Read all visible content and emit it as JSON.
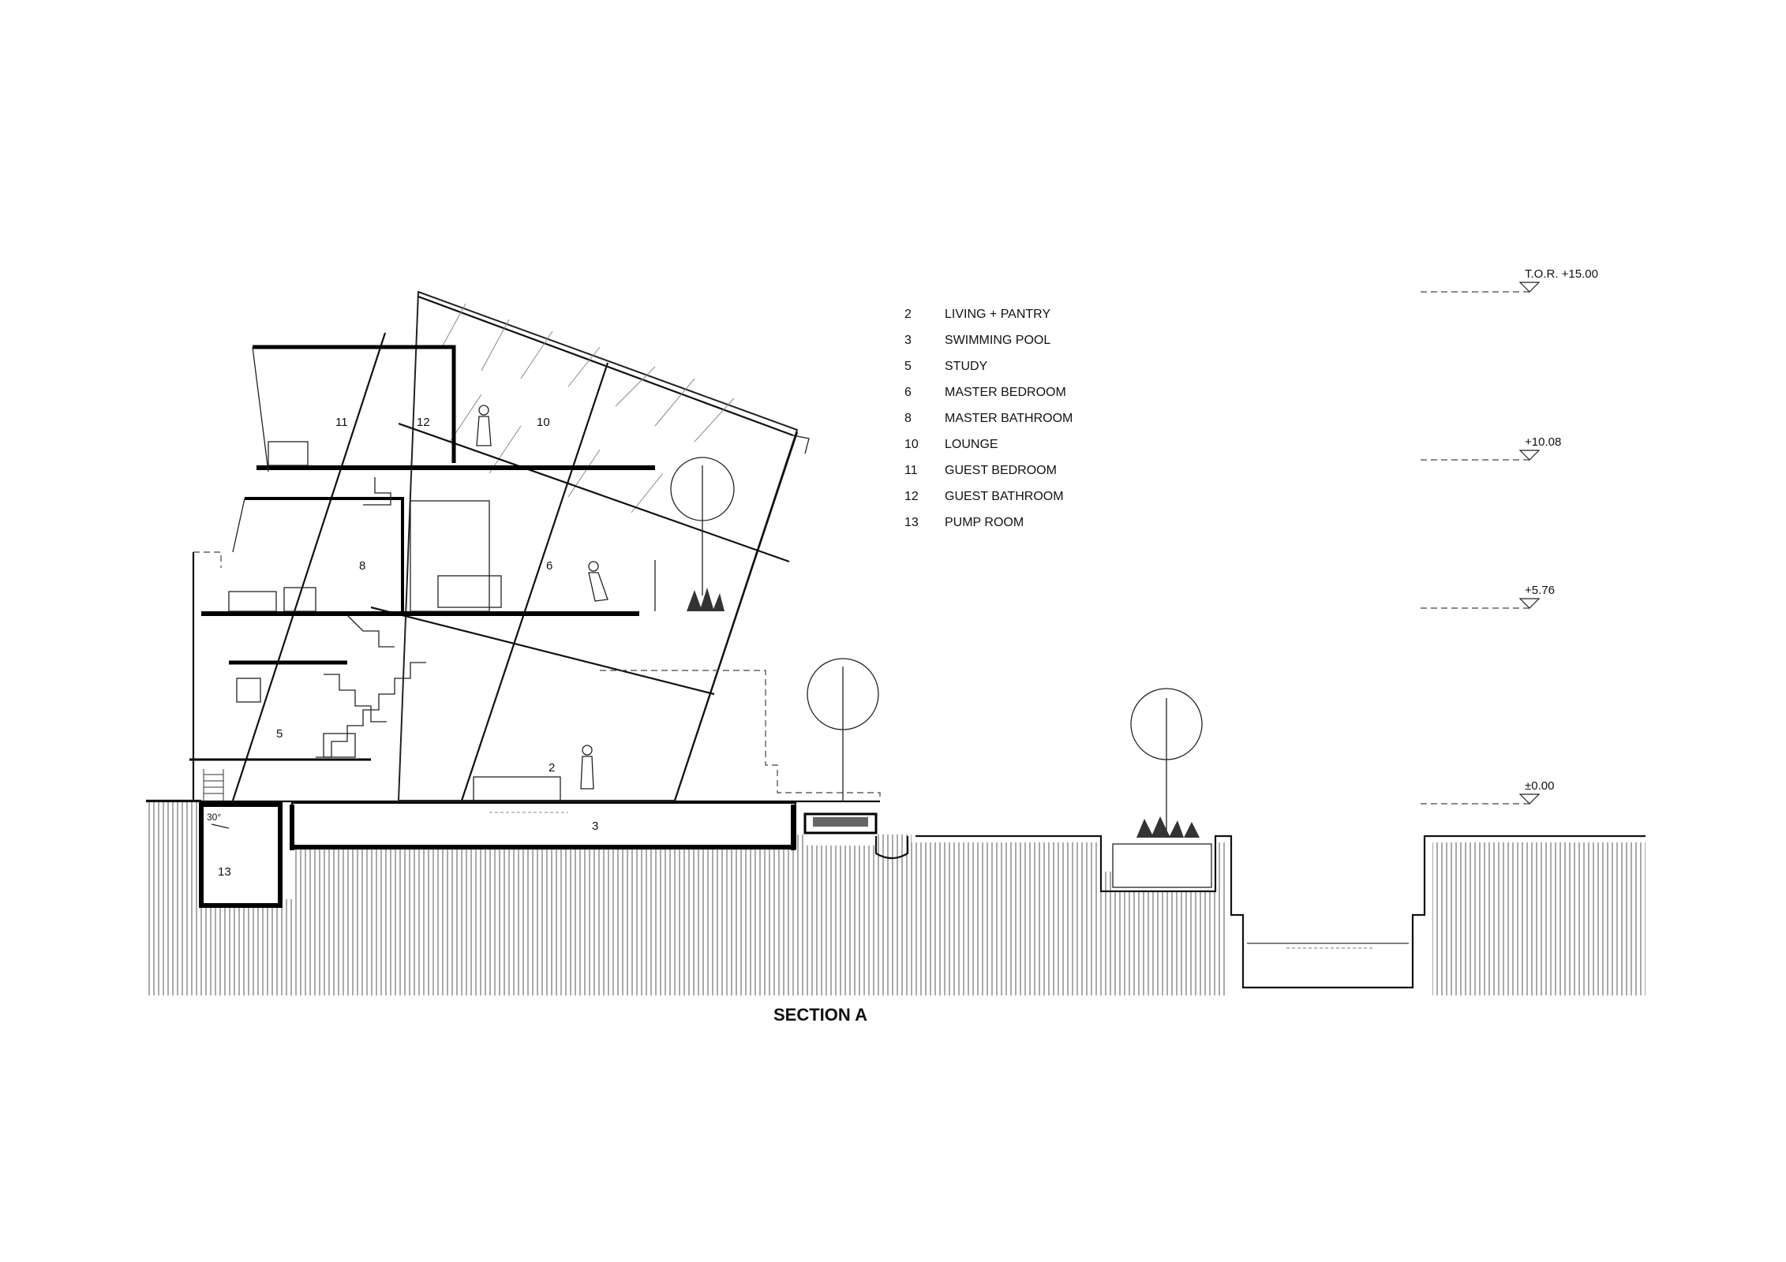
{
  "drawing_title": "SECTION A",
  "legend": [
    {
      "num": "2",
      "label": "LIVING + PANTRY"
    },
    {
      "num": "3",
      "label": "SWIMMING POOL"
    },
    {
      "num": "5",
      "label": "STUDY"
    },
    {
      "num": "6",
      "label": "MASTER BEDROOM"
    },
    {
      "num": "8",
      "label": "MASTER BATHROOM"
    },
    {
      "num": "10",
      "label": "LOUNGE"
    },
    {
      "num": "11",
      "label": "GUEST BEDROOM"
    },
    {
      "num": "12",
      "label": "GUEST BATHROOM"
    },
    {
      "num": "13",
      "label": "PUMP ROOM"
    }
  ],
  "levels": [
    {
      "label": "T.O.R. +15.00"
    },
    {
      "label": "+10.08"
    },
    {
      "label": "+5.76"
    },
    {
      "label": "±0.00"
    }
  ],
  "room_tags": {
    "r2": "2",
    "r3": "3",
    "r5": "5",
    "r6": "6",
    "r8": "8",
    "r10": "10",
    "r11": "11",
    "r12": "12",
    "r13": "13"
  },
  "pump_annotation": "30°"
}
